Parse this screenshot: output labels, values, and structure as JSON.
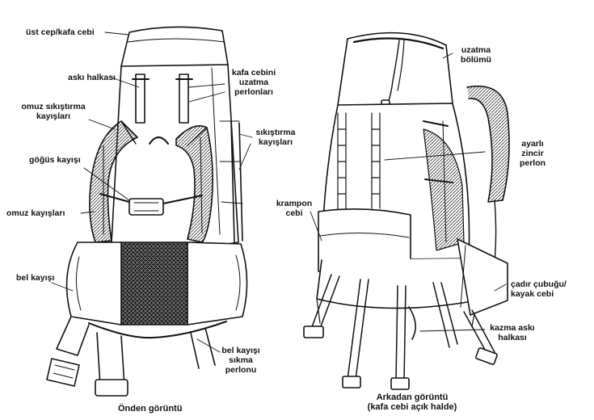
{
  "front": {
    "labels": {
      "ust_cep": "üst cep/kafa cebi",
      "aski_halkasi": "askı halkası",
      "kafa_cebini_1": "kafa cebini",
      "kafa_cebini_2": "uzatma",
      "kafa_cebini_3": "perlonları",
      "omuz_sik_1": "omuz sıkıştırma",
      "omuz_sik_2": "kayışları",
      "sikistirma_1": "sıkıştırma",
      "sikistirma_2": "kayışları",
      "gogus": "göğüs kayışı",
      "omuz_kayis": "omuz kayışları",
      "bel_kayisi": "bel kayışı",
      "bel_sikma_1": "bel kayışı",
      "bel_sikma_2": "sıkma",
      "bel_sikma_3": "perlonu"
    },
    "caption": "Önden görüntü"
  },
  "back": {
    "labels": {
      "uzatma_1": "uzatma",
      "uzatma_2": "bölümü",
      "ayarli_1": "ayarlı",
      "ayarli_2": "zincir",
      "ayarli_3": "perlon",
      "krampon_1": "krampon",
      "krampon_2": "cebi",
      "cadir_1": "çadır çubuğu/",
      "cadir_2": "kayak cebi",
      "kazma_1": "kazma askı",
      "kazma_2": "halkası"
    },
    "caption_1": "Arkadan görüntü",
    "caption_2": "(kafa cebi açık halde)"
  }
}
